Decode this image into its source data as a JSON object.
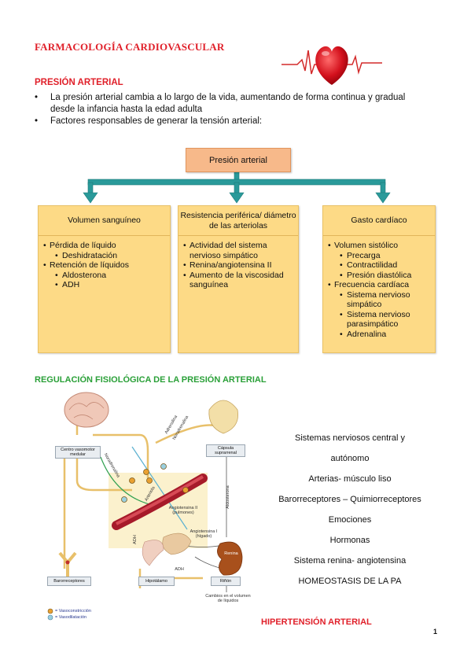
{
  "title": "FARMACOLOGÍA CARDIOVASCULAR",
  "section1": {
    "heading": "PRESIÓN ARTERIAL",
    "bullets": [
      "La presión arterial cambia a lo largo de la vida, aumentando de forma continua y gradual desde la infancia hasta la edad adulta",
      "Factores responsables de generar la tensión arterial:"
    ]
  },
  "diagram": {
    "top": "Presión arterial",
    "columns": [
      {
        "header": "Volumen sanguíneo",
        "items": [
          {
            "level": 1,
            "text": "Pérdida de líquido"
          },
          {
            "level": 2,
            "text": "Deshidratación"
          },
          {
            "level": 1,
            "text": "Retención de líquidos"
          },
          {
            "level": 2,
            "text": "Aldosterona"
          },
          {
            "level": 2,
            "text": "ADH"
          }
        ]
      },
      {
        "header": "Resistencia periférica/ diámetro de las arteriolas",
        "items": [
          {
            "level": 1,
            "text": "Actividad del sistema nervioso simpático"
          },
          {
            "level": 1,
            "text": "Renina/angiotensina II"
          },
          {
            "level": 1,
            "text": "Aumento de la viscosidad sanguínea"
          }
        ]
      },
      {
        "header": "Gasto cardíaco",
        "items": [
          {
            "level": 1,
            "text": "Volumen sistólico"
          },
          {
            "level": 2,
            "text": "Precarga"
          },
          {
            "level": 2,
            "text": "Contractilidad"
          },
          {
            "level": 2,
            "text": "Presión diastólica"
          },
          {
            "level": 1,
            "text": "Frecuencia cardíaca"
          },
          {
            "level": 2,
            "text": "Sistema nervioso simpático"
          },
          {
            "level": 2,
            "text": "Sistema nervioso parasimpático"
          },
          {
            "level": 2,
            "text": "Adrenalina"
          }
        ]
      }
    ]
  },
  "section2": {
    "heading": "REGULACIÓN FISIOLÓGICA DE LA PRESIÓN ARTERIAL",
    "list": [
      "Sistemas nerviosos central y",
      "autónomo",
      "Arterias- músculo liso",
      "Barorreceptores – Quimiorreceptores",
      "Emociones",
      "Hormonas",
      "Sistema renina- angiotensina",
      "HOMEOSTASIS DE LA PA"
    ],
    "figure": {
      "centro": "Centro vasomotor medular",
      "capsula": "Cápsula suprarrenal",
      "adrenalina": "Adrenalina",
      "noradrenalina1": "Noradrenalina",
      "noradrenalina2": "Noradrenalina",
      "aldosterona": "Aldosterona",
      "angio2": "Angiotensina II (pulmones)",
      "angio1": "Angiotensina I (hígado)",
      "renina": "Renina",
      "arteriola": "Arteriola",
      "adh1": "ADH",
      "adh2": "ADH",
      "baro": "Barorreceptores",
      "hipo": "Hipotálamo",
      "rinon": "Riñón",
      "cambios": "Cambios en el volumen de líquidos",
      "vasoconst": "= Vasoconstricción",
      "vasodil": "= Vasodilatación"
    }
  },
  "section3": {
    "heading": "HIPERTENSIÓN ARTERIAL"
  },
  "page_number": "1",
  "colors": {
    "red_heading": "#e0202a",
    "green_heading": "#2aa038",
    "box_orange": "#f7b98a",
    "box_yellow": "#fdda86",
    "arrow_teal": "#2a9a9a"
  }
}
